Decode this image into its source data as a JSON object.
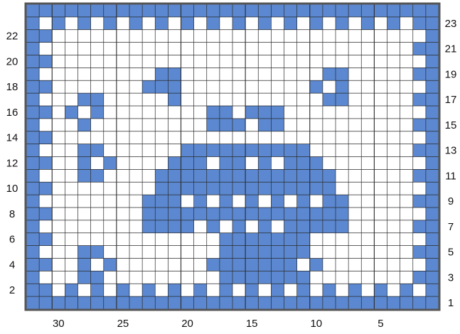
{
  "chart_data": {
    "type": "heatmap",
    "colors": {
      "filled": "#5b88d0",
      "empty": "#ffffff",
      "grid": "#2a2a2a"
    },
    "rows": [
      "11111111111111111111111111111111",
      "10101010101010101010101010101011",
      "11000000000000000000000000000001",
      "10000000000000000000000000000011",
      "11000000000000000000000000000001",
      "10000000001100000000000110000011",
      "11000000011100000000001010000001",
      "10001100000100000000000110000011",
      "11010100000000110111000000000001",
      "10001000000000111011000000000011",
      "11000000000000000000000000000001",
      "10001100000011111111110000000011",
      "11001010000111011010111000000001",
      "10001100001111111111111100000011",
      "11000000001111111111111100000001",
      "10000000011101010101010110000011",
      "11000000011111111111111110000001",
      "10000000011110101010111110000011",
      "11000000000000011111110000000001",
      "10001100000000011111110000000011",
      "11001010000000111111101000000001",
      "10001100000000011111110000000011",
      "11010101010101010101010101010101",
      "11111111111111111111111111111111"
    ],
    "x_tick_labels": [
      "30",
      "25",
      "20",
      "15",
      "10",
      "5"
    ],
    "y_tick_labels_left": [
      "2",
      "4",
      "6",
      "8",
      "10",
      "12",
      "14",
      "16",
      "18",
      "20",
      "22"
    ],
    "y_tick_labels_right": [
      "1",
      "3",
      "5",
      "7",
      "9",
      "11",
      "13",
      "15",
      "17",
      "19",
      "21",
      "23"
    ]
  }
}
